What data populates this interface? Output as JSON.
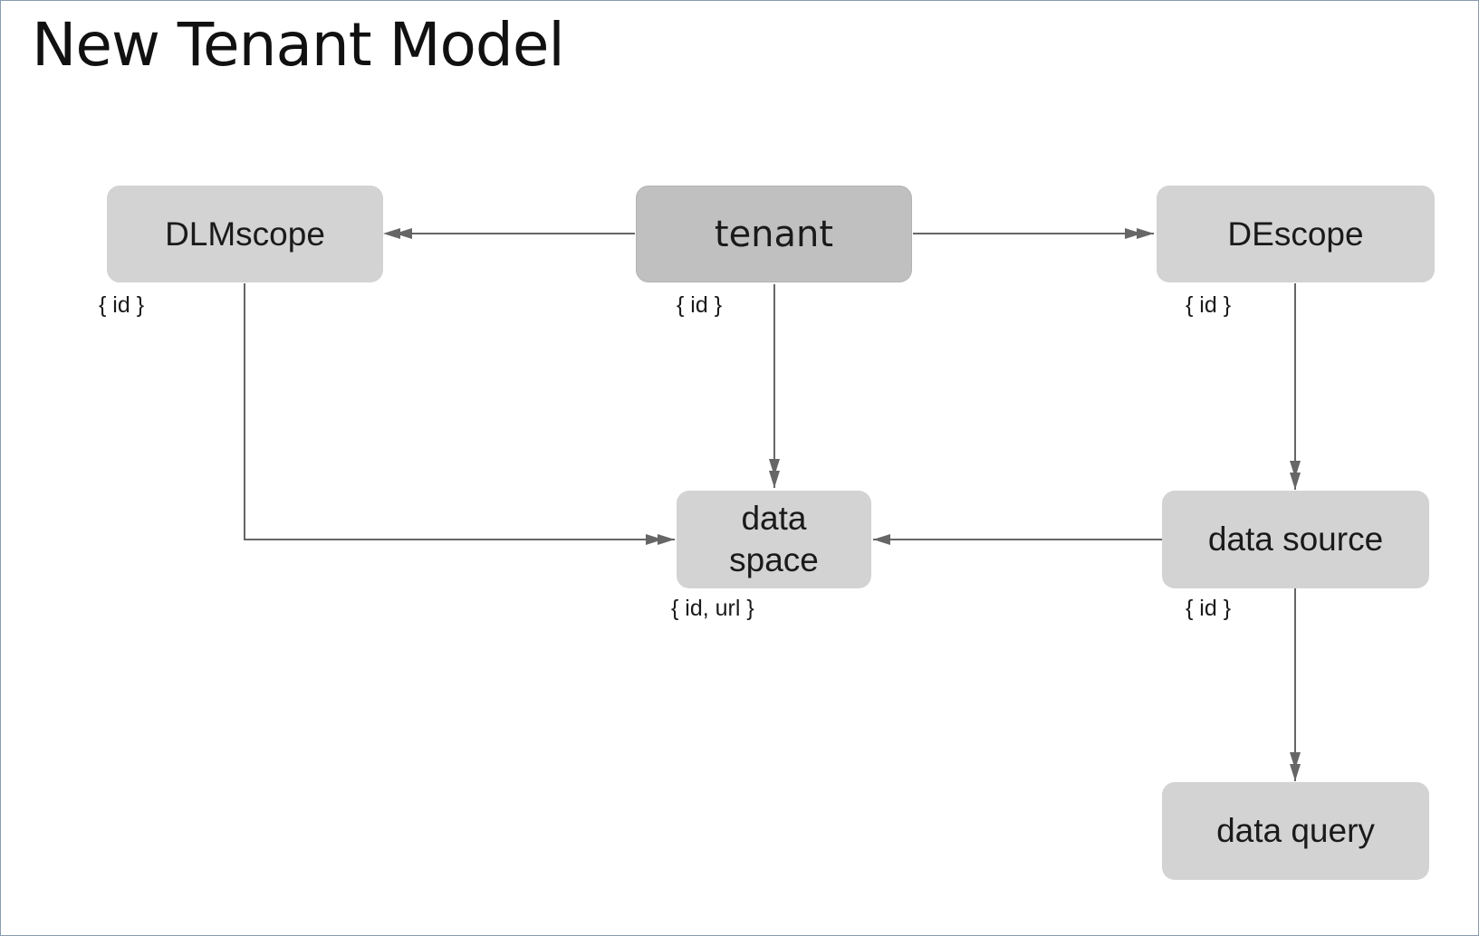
{
  "title": "New Tenant Model",
  "colors": {
    "node_fill": "#d3d3d3",
    "tenant_fill": "#c0c0c0",
    "edge": "#666666",
    "border": "#8a9bb0"
  },
  "nodes": {
    "dlmscope": {
      "label": "DLMscope",
      "attrs": "{ id }"
    },
    "tenant": {
      "label": "tenant",
      "attrs": "{ id }"
    },
    "descope": {
      "label": "DEscope",
      "attrs": "{ id }"
    },
    "data_space": {
      "label": "data\nspace",
      "attrs": "{ id, url }"
    },
    "data_source": {
      "label": "data source",
      "attrs": "{ id }"
    },
    "data_query": {
      "label": "data query"
    }
  },
  "edges": [
    {
      "from": "tenant",
      "to": "dlmscope",
      "head": "double-arrow"
    },
    {
      "from": "tenant",
      "to": "descope",
      "head": "double-arrow"
    },
    {
      "from": "tenant",
      "to": "data_space",
      "head": "double-arrow"
    },
    {
      "from": "dlmscope",
      "to": "data_space",
      "head": "double-arrow"
    },
    {
      "from": "descope",
      "to": "data_source",
      "head": "double-arrow"
    },
    {
      "from": "data_source",
      "to": "data_space",
      "head": "single-arrow"
    },
    {
      "from": "data_source",
      "to": "data_query",
      "head": "double-arrow"
    }
  ]
}
